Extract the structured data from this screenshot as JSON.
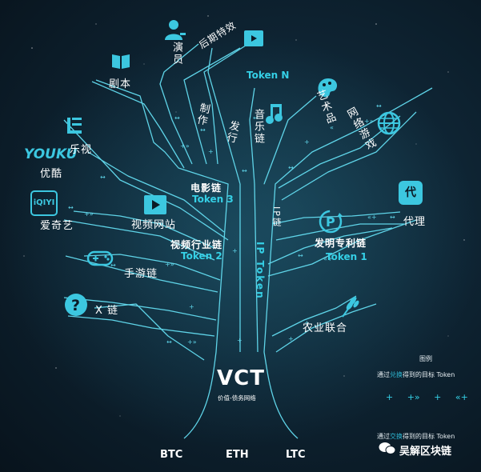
{
  "nodes": {
    "actor": "演员",
    "post_effects": "后期特效",
    "token_n": "Token N",
    "script": "剧本",
    "production": "制作",
    "distribution": "发行",
    "music_chain": "音乐链",
    "artwork": "艺术品",
    "online_games": "网络游戏",
    "letv": "乐视",
    "youku_logo": "YOUKU",
    "youku": "优酷",
    "film_chain": "电影链",
    "token_3": "Token 3",
    "ip_chain": "IP链",
    "iqiyi_logo": "iQIYI",
    "iqiyi": "爱奇艺",
    "video_site": "视频网站",
    "agent_icon": "代",
    "agent": "代理",
    "video_industry_chain": "视频行业链",
    "token_2": "Token 2",
    "ip_token": "IP Token",
    "patent_chain": "发明专利链",
    "token_1": "Token 1",
    "mobile_game_chain": "手游链",
    "x_chain": "X 链",
    "agri_union": "农业联合"
  },
  "trunk": {
    "title": "VCT",
    "subtitle": "价值-债务网络"
  },
  "roots": [
    "BTC",
    "ETH",
    "LTC"
  ],
  "legend": {
    "title": "图例",
    "line1_prefix": "通过",
    "line1_highlight": "兑换",
    "line1_suffix": "得到的目标 Token",
    "symbols": [
      "+",
      "+»",
      "+",
      "«+"
    ],
    "line2_prefix": "通过",
    "line2_highlight": "交换",
    "line2_suffix": "得到的目标 Token"
  },
  "watermark": "吴解区块链",
  "colors": {
    "background": "#0e2433",
    "branch_stroke": "#5fd4e8",
    "token_text": "#35d0e6",
    "label_text": "#ffffff"
  }
}
